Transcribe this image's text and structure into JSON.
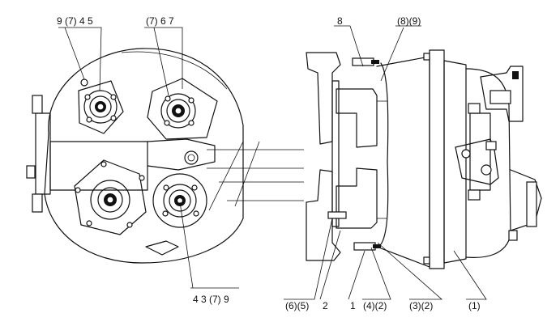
{
  "callouts": {
    "top_left_1": "9 (7) 4 5",
    "top_left_2": "(7) 6 7",
    "bottom_left": "4 3 (7) 9",
    "top_right_1": "8",
    "top_right_2": "(8)(9)",
    "bottom_1": "(6)(5)",
    "bottom_2": "2",
    "bottom_3": "1",
    "bottom_4": "(4)(2)",
    "bottom_5": "(3)(2)",
    "bottom_6": "(1)"
  }
}
